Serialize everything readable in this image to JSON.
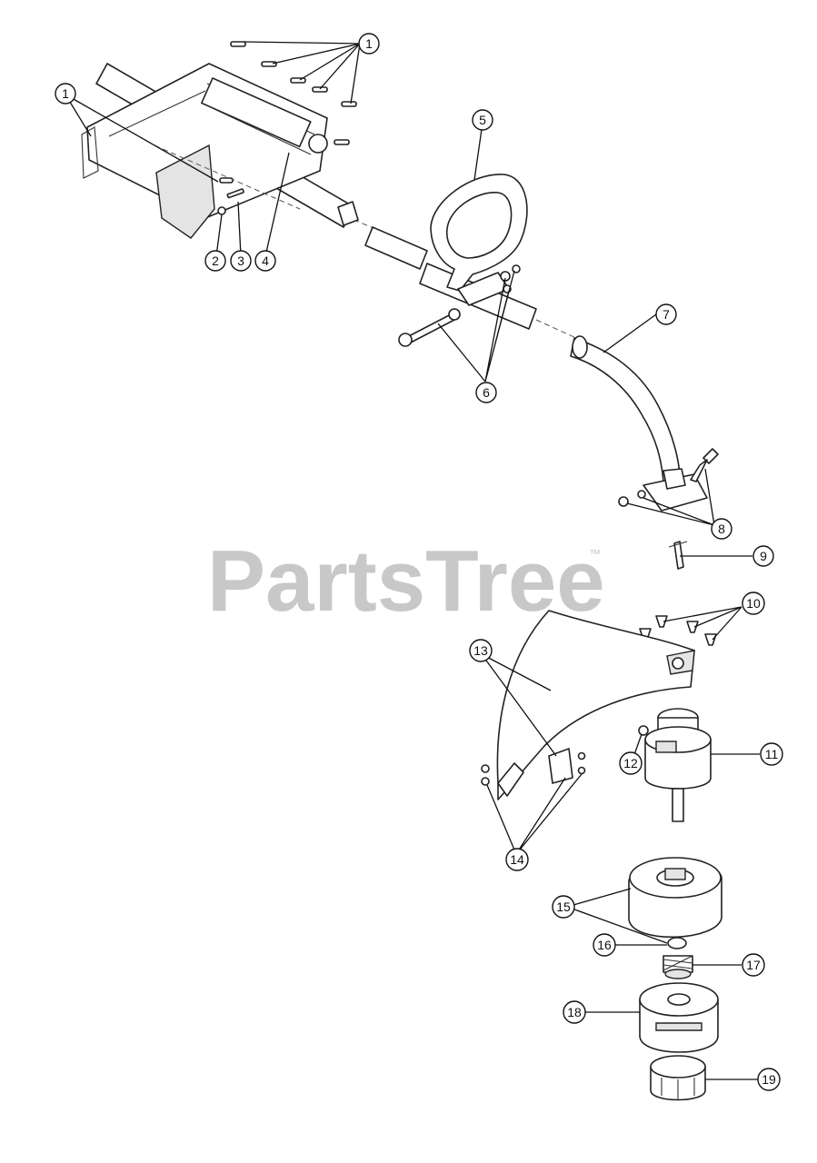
{
  "watermark": {
    "text": "PartsTree",
    "mark": "™",
    "color": "#c8c8c8"
  },
  "callouts": [
    "1",
    "1",
    "2",
    "3",
    "4",
    "5",
    "6",
    "7",
    "8",
    "9",
    "10",
    "11",
    "12",
    "13",
    "14",
    "15",
    "16",
    "17",
    "18",
    "19"
  ]
}
